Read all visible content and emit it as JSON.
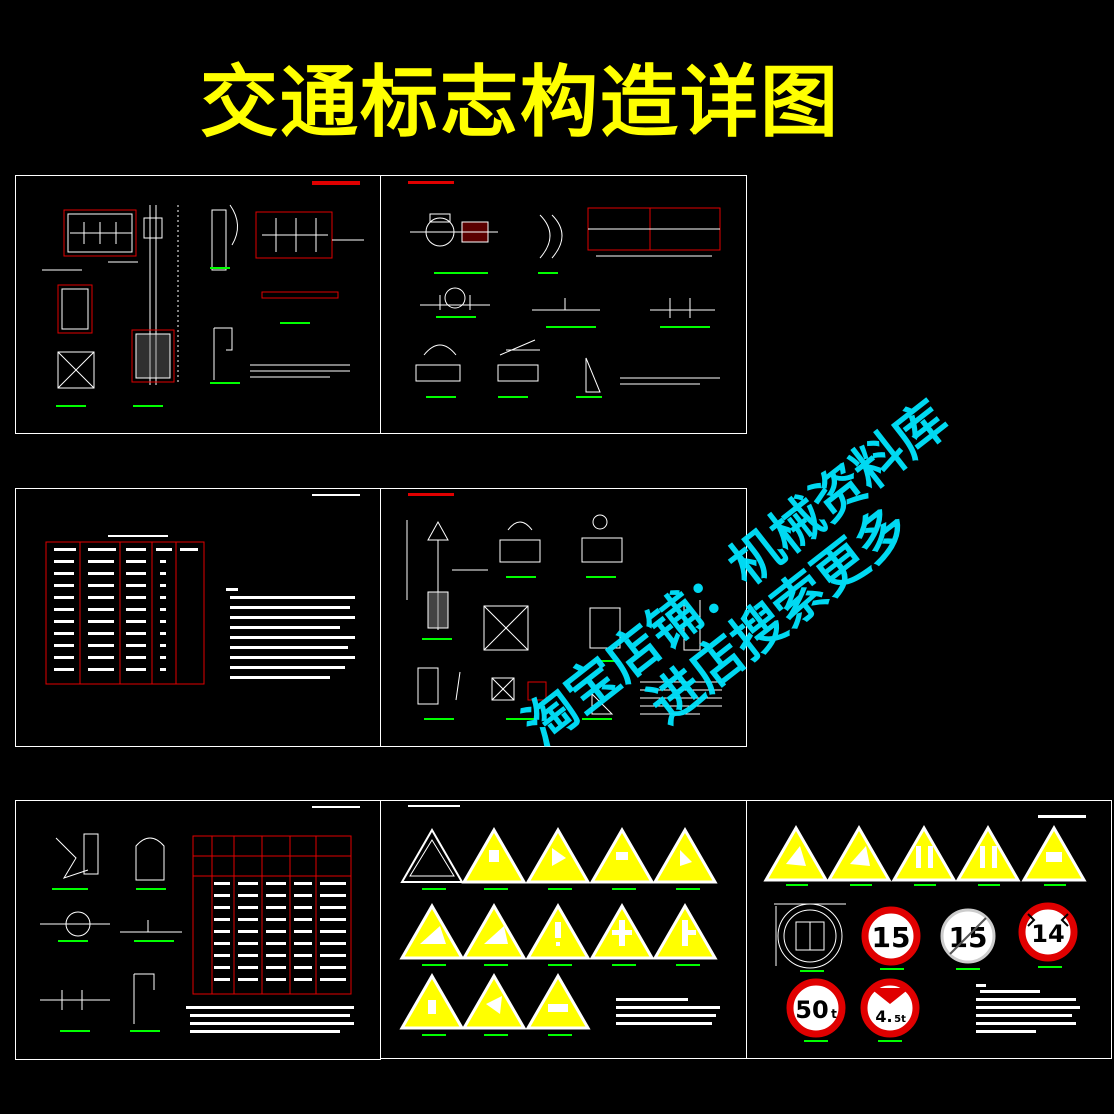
{
  "title": "交通标志构造详图",
  "watermark": {
    "line1": "淘宝店铺：机械资料库",
    "line2": "进店搜索更多"
  },
  "signs": {
    "speed1": "15",
    "speed2": "15",
    "height": "14",
    "weight1": "50",
    "weight1_unit": "t",
    "axle": "4.",
    "axle_unit": "5t"
  },
  "colors": {
    "background": "#000000",
    "title": "#ffff00",
    "line": "#ffffff",
    "red": "#e00000",
    "green": "#00ff00",
    "sign_yellow": "#ffff00",
    "watermark": "#00e5ff"
  }
}
